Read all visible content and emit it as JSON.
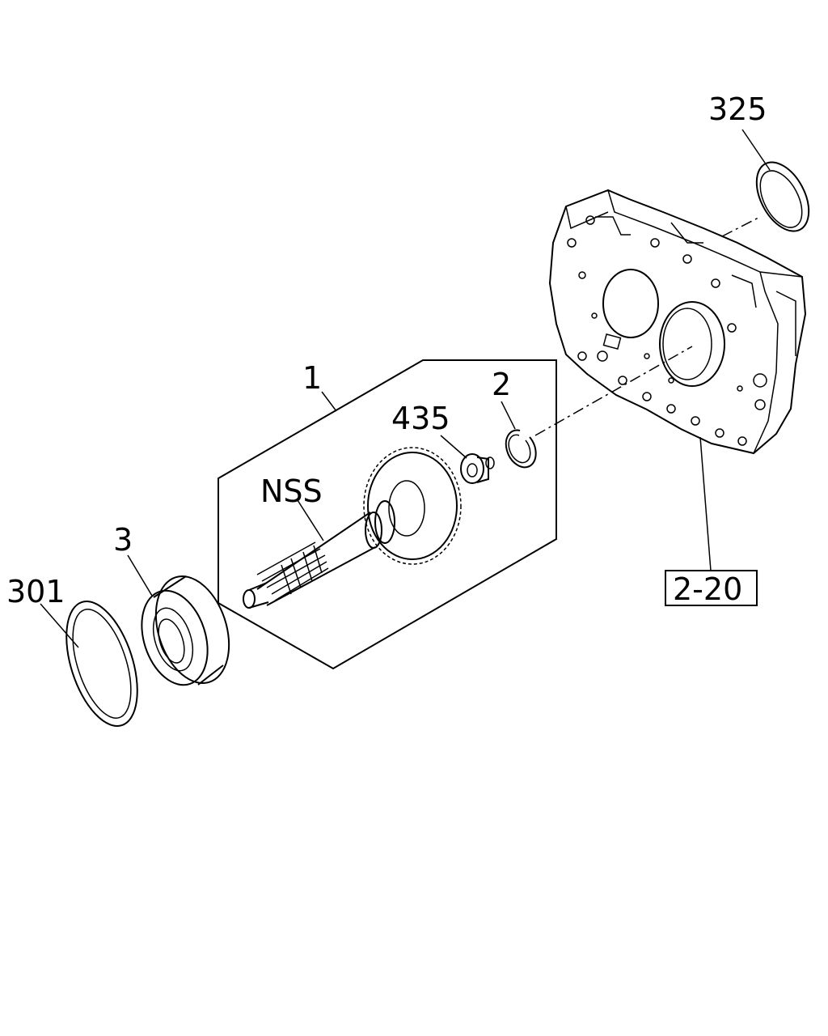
{
  "callouts": {
    "housing_seal": "325",
    "shaft_assembly": "1",
    "snap_ring": "2",
    "plug": "435",
    "shaft": "NSS",
    "bearing": "3",
    "bearing_seal": "301",
    "case_ref": "2-20"
  }
}
